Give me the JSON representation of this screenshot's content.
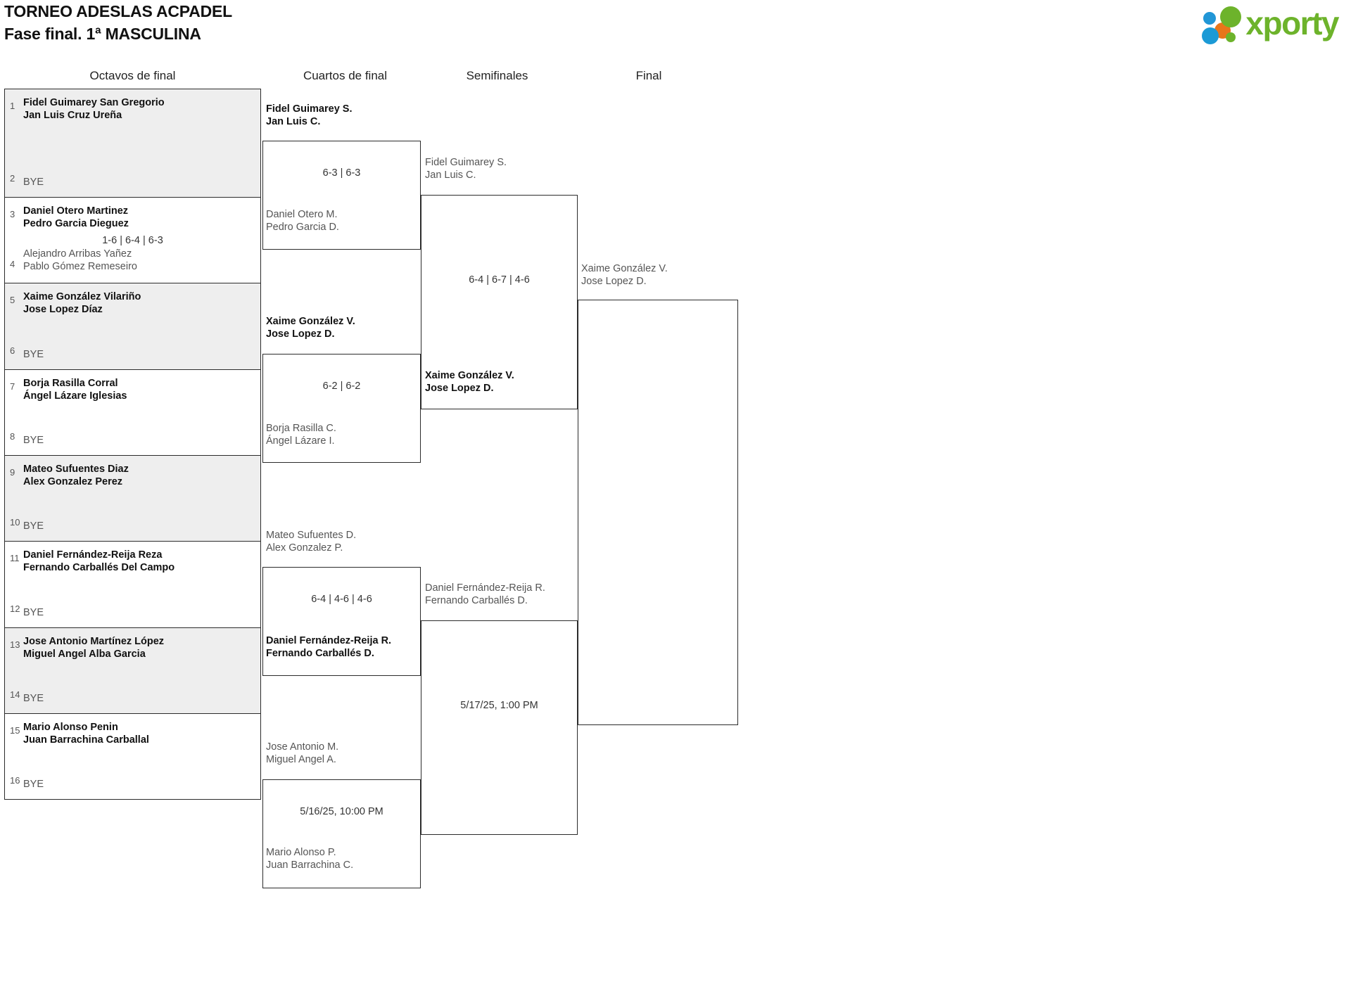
{
  "header": {
    "title_line1": "TORNEO ADESLAS ACPADEL",
    "title_line2": "Fase final. 1ª MASCULINA",
    "logo_text": "xporty",
    "logo_colors": {
      "blue": "#2196d6",
      "orange": "#e8761a",
      "green": "#6db32b"
    }
  },
  "rounds": [
    {
      "label": "Octavos de final"
    },
    {
      "label": "Cuartos de final"
    },
    {
      "label": "Semifinales"
    },
    {
      "label": "Final"
    }
  ],
  "round1": {
    "bye_label": "BYE",
    "matches": [
      {
        "seed_top": "1",
        "seed_bot": "2",
        "shaded": true,
        "score": "",
        "top": {
          "p1": "Fidel Guimarey San Gregorio",
          "p2": "Jan Luis Cruz Ureña",
          "result": "winner"
        },
        "bot": {
          "p1": "BYE",
          "p2": "",
          "result": "bye"
        }
      },
      {
        "seed_top": "3",
        "seed_bot": "4",
        "shaded": false,
        "score": "1-6 | 6-4 | 6-3",
        "top": {
          "p1": "Daniel Otero Martinez",
          "p2": "Pedro Garcia Dieguez",
          "result": "winner"
        },
        "bot": {
          "p1": "Alejandro Arribas Yañez",
          "p2": "Pablo Gómez Remeseiro",
          "result": "loser"
        }
      },
      {
        "seed_top": "5",
        "seed_bot": "6",
        "shaded": true,
        "score": "",
        "top": {
          "p1": "Xaime González Vilariño",
          "p2": "Jose Lopez Díaz",
          "result": "winner"
        },
        "bot": {
          "p1": "BYE",
          "p2": "",
          "result": "bye"
        }
      },
      {
        "seed_top": "7",
        "seed_bot": "8",
        "shaded": false,
        "score": "",
        "top": {
          "p1": "Borja Rasilla Corral",
          "p2": "Ángel Lázare Iglesias",
          "result": "winner"
        },
        "bot": {
          "p1": "BYE",
          "p2": "",
          "result": "bye"
        }
      },
      {
        "seed_top": "9",
        "seed_bot": "10",
        "shaded": true,
        "score": "",
        "top": {
          "p1": "Mateo Sufuentes Diaz",
          "p2": "Alex Gonzalez Perez",
          "result": "winner"
        },
        "bot": {
          "p1": "BYE",
          "p2": "",
          "result": "bye"
        }
      },
      {
        "seed_top": "11",
        "seed_bot": "12",
        "shaded": false,
        "score": "",
        "top": {
          "p1": "Daniel Fernández-Reija Reza",
          "p2": "Fernando Carballés Del Campo",
          "result": "winner"
        },
        "bot": {
          "p1": "BYE",
          "p2": "",
          "result": "bye"
        }
      },
      {
        "seed_top": "13",
        "seed_bot": "14",
        "shaded": true,
        "score": "",
        "top": {
          "p1": "Jose Antonio Martínez López",
          "p2": "Miguel Angel Alba Garcia",
          "result": "winner"
        },
        "bot": {
          "p1": "BYE",
          "p2": "",
          "result": "bye"
        }
      },
      {
        "seed_top": "15",
        "seed_bot": "16",
        "shaded": false,
        "score": "",
        "top": {
          "p1": "Mario Alonso Penin",
          "p2": "Juan Barrachina Carballal",
          "result": "winner"
        },
        "bot": {
          "p1": "BYE",
          "p2": "",
          "result": "bye"
        }
      }
    ]
  },
  "round2": {
    "matches": [
      {
        "score": "6-3 | 6-3",
        "top": {
          "p1": "Fidel Guimarey S.",
          "p2": "Jan Luis C.",
          "result": "winner"
        },
        "bot": {
          "p1": "Daniel Otero M.",
          "p2": "Pedro Garcia D.",
          "result": "loser"
        }
      },
      {
        "score": "6-2 | 6-2",
        "top": {
          "p1": "Xaime González V.",
          "p2": "Jose Lopez D.",
          "result": "winner"
        },
        "bot": {
          "p1": "Borja Rasilla C.",
          "p2": "Ángel Lázare I.",
          "result": "loser"
        }
      },
      {
        "score": "6-4 | 4-6 | 4-6",
        "top": {
          "p1": "Mateo Sufuentes D.",
          "p2": "Alex Gonzalez P.",
          "result": "loser"
        },
        "bot": {
          "p1": "Daniel Fernández-Reija R.",
          "p2": "Fernando Carballés D.",
          "result": "winner"
        }
      },
      {
        "score": "5/16/25, 10:00 PM",
        "top": {
          "p1": "Jose Antonio M.",
          "p2": "Miguel Angel A.",
          "result": "pending"
        },
        "bot": {
          "p1": "Mario Alonso P.",
          "p2": "Juan Barrachina C.",
          "result": "pending"
        }
      }
    ]
  },
  "round3": {
    "matches": [
      {
        "score": "6-4 | 6-7 | 4-6",
        "top": {
          "p1": "Fidel Guimarey S.",
          "p2": "Jan Luis C.",
          "result": "loser"
        },
        "bot": {
          "p1": "Xaime González V.",
          "p2": "Jose Lopez D.",
          "result": "winner"
        }
      },
      {
        "score": "5/17/25, 1:00 PM",
        "top": {
          "p1": "Daniel Fernández-Reija R.",
          "p2": "Fernando Carballés D.",
          "result": "pending"
        },
        "bot": {
          "p1": "",
          "p2": "",
          "result": "empty"
        }
      }
    ]
  },
  "round4": {
    "matches": [
      {
        "score": "",
        "top": {
          "p1": "Xaime González V.",
          "p2": "Jose Lopez D.",
          "result": "pending"
        },
        "bot": {
          "p1": "",
          "p2": "",
          "result": "empty"
        }
      }
    ]
  }
}
